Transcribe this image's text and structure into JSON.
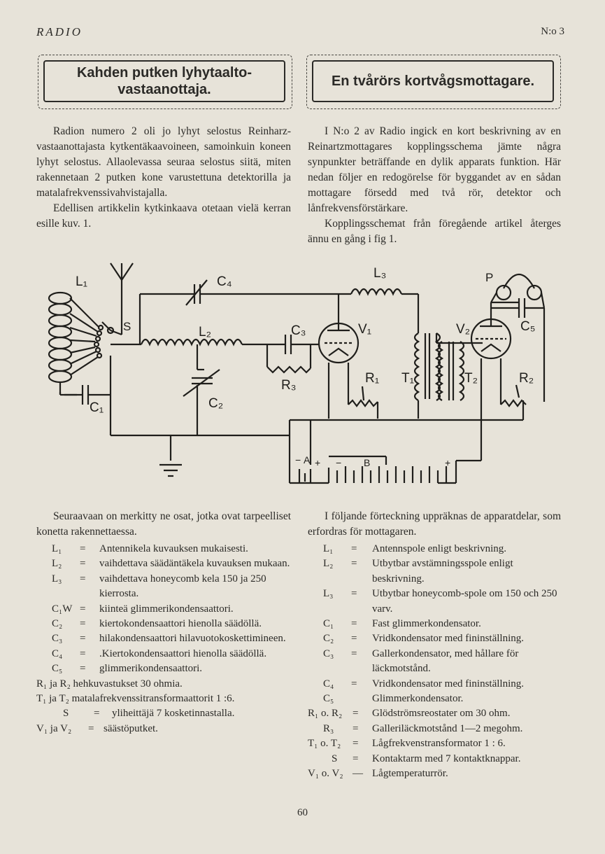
{
  "header": {
    "left": "RADIO",
    "right": "N:o 3"
  },
  "titles": {
    "finnish_line1": "Kahden putken lyhytaalto-",
    "finnish_line2": "vastaanottaja.",
    "swedish": "En tvårörs kortvågsmottagare."
  },
  "intro_fi": [
    "Radion numero 2 oli jo lyhyt selostus Reinharz-vastaanottajasta kytkentäkaavoineen, samoinkuin koneen lyhyt selostus. Allaolevassa seuraa selostus siitä, miten rakennetaan 2 putken kone varustettuna detektorilla ja matalafrekvenssivahvistajalla.",
    "Edellisen artikkelin kytkinkaava otetaan vielä kerran esille kuv. 1."
  ],
  "intro_sv": [
    "I N:o 2 av Radio ingick en kort beskrivning av en Reinartzmottagares kopplingsschema jämte några synpunkter beträffande en dylik apparats funktion. Här nedan följer en redogörelse för byggandet av en sådan mottagare försedd med två rör, detektor och lånfrekvensförstärkare.",
    "Kopplingsschemat från föregående artikel återges ännu en gång i fig 1."
  ],
  "diagram_labels": {
    "L1": "L₁",
    "S": "S",
    "C4": "C₄",
    "L2": "L₂",
    "C3": "C₃",
    "L3": "L₃",
    "V1": "V₁",
    "V2": "V₂",
    "P": "P",
    "C5": "C₅",
    "R3": "R₃",
    "R1": "R₁",
    "T1": "T₁",
    "T2": "T₂",
    "R2": "R₂",
    "C1": "C₁",
    "C2": "C₂",
    "A": "A",
    "B": "B",
    "minus": "−",
    "plus": "+"
  },
  "list_intro_fi": "Seuraavaan on merkitty ne osat, jotka ovat tarpeelliset konetta rakennettaessa.",
  "list_intro_sv": "I följande förteckning uppräknas de apparatdelar, som erfordras för mottagaren.",
  "parts_fi": [
    {
      "k": "L₁",
      "eq": "=",
      "v": "Antennikela kuvauksen mukaisesti."
    },
    {
      "k": "L₂",
      "eq": "=",
      "v": "vaihdettava säädäntäkela kuvauksen mukaan."
    },
    {
      "k": "L₃",
      "eq": "=",
      "v": "vaihdettava honeycomb kela 150 ja 250 kierrosta."
    },
    {
      "k": "C₁W",
      "eq": "=",
      "v": "kiinteä glimmerikondensaattori."
    },
    {
      "k": "C₂",
      "eq": "=",
      "v": "kiertokondensaattori hienolla säädöllä."
    },
    {
      "k": "C₃",
      "eq": "=",
      "v": "hilakondensaattori hilavuotokosketti­mineen."
    },
    {
      "k": "C₄",
      "eq": "=",
      "v": ".Kiertokondensaattori hienolla säädöllä."
    },
    {
      "k": "C₅",
      "eq": "=",
      "v": "glimmerikondensaattori."
    }
  ],
  "parts_fi_tail": [
    "R₁ ja R₂ hehkuvastukset 30 ohmia.",
    "T₁ ja T₂ matalafrekvenssitransformaattorit 1 :6."
  ],
  "parts_fi_tail2": [
    {
      "k": "S",
      "eq": "=",
      "v": "yliheittäjä 7 kosketinnastalla."
    },
    {
      "k": "V₁ ja V₂",
      "eq": "=",
      "v": "säästöputket."
    }
  ],
  "parts_sv": [
    {
      "k": "L₁",
      "eq": "=",
      "v": "Antennspole enligt beskrivning."
    },
    {
      "k": "L₂",
      "eq": "=",
      "v": "Utbytbar avstämningsspole enligt beskrivning."
    },
    {
      "k": "L₃",
      "eq": "=",
      "v": "Utbytbar honeycomb-spole om 150 och 250 varv."
    },
    {
      "k": "C₁",
      "eq": "=",
      "v": "Fast glimmerkondensator."
    },
    {
      "k": "C₂",
      "eq": "=",
      "v": "Vridkondensator med fininställning."
    },
    {
      "k": "C₃",
      "eq": "=",
      "v": "Gallerkondensator, med hållare för läckmotstånd."
    },
    {
      "k": "C₄",
      "eq": "=",
      "v": "Vridkondensator med fininställning."
    },
    {
      "k": "C₅",
      "eq": "",
      "v": "Glimmerkondensator."
    },
    {
      "k": "R₁ o. R₂",
      "eq": "=",
      "v": "Glödströmsreostater om 30 ohm."
    },
    {
      "k": "R₃",
      "eq": "=",
      "v": "Galleriläckmotstånd 1—2 megohm."
    },
    {
      "k": "T₁ o. T₂",
      "eq": "=",
      "v": "Lågfrekvenstransformator 1 : 6."
    },
    {
      "k": "S",
      "eq": "=",
      "v": "Kontaktarm med 7 kontaktknappar."
    },
    {
      "k": "V₁ o. V₂",
      "eq": "—",
      "v": "Lågtemperaturrör."
    }
  ],
  "page_number": "60"
}
